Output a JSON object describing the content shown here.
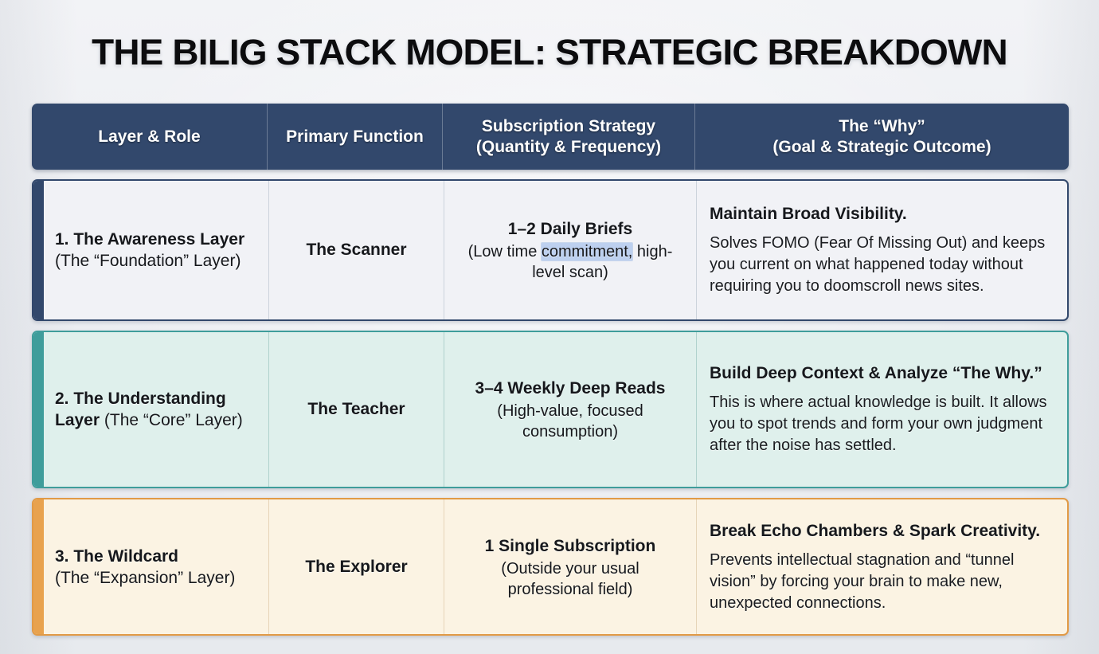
{
  "page": {
    "title": "THE BILIG STACK MODEL: STRATEGIC BREAKDOWN",
    "background_color": "#eceef1",
    "title_color": "#0c0c0e"
  },
  "table": {
    "header": {
      "background_color": "#32486c",
      "text_color": "#ffffff",
      "columns": [
        {
          "line1": "Layer & Role",
          "line2": ""
        },
        {
          "line1": "Primary Function",
          "line2": ""
        },
        {
          "line1": "Subscription Strategy",
          "line2": "(Quantity & Frequency)"
        },
        {
          "line1": "The “Why”",
          "line2": "(Goal & Strategic Outcome)"
        }
      ]
    },
    "rows": [
      {
        "accent_color": "#32486c",
        "background_color": "#f1f2f6",
        "layer_title": "1. The Awareness Layer",
        "layer_subtitle": "(The “Foundation” Layer)",
        "layer_subtitle_same_line": false,
        "primary_function": "The Scanner",
        "strategy_head": "1–2 Daily Briefs",
        "strategy_note_pre": "(Low time ",
        "strategy_note_selected": "commitment,",
        "strategy_note_post": " high-level scan)",
        "selection_highlight_color": "#bdd0ef",
        "why_head": "Maintain Broad Visibility.",
        "why_body": "Solves FOMO (Fear Of Missing Out) and keeps you current on what happened today without requiring you to doomscroll news sites."
      },
      {
        "accent_color": "#3f9d9b",
        "background_color": "#dff0ec",
        "layer_title": "2. The Understanding Layer",
        "layer_subtitle": "(The “Core” Layer)",
        "layer_subtitle_same_line": true,
        "primary_function": "The Teacher",
        "strategy_head": "3–4 Weekly Deep Reads",
        "strategy_note_pre": "(High-value, focused consumption)",
        "strategy_note_selected": "",
        "strategy_note_post": "",
        "selection_highlight_color": "",
        "why_head": "Build Deep Context & Analyze “The Why.”",
        "why_body": "This is where actual knowledge is built. It allows you to spot trends and form your own judgment after the noise has settled."
      },
      {
        "accent_color": "#e8a24e",
        "background_color": "#fbf3e3",
        "layer_title": "3. The Wildcard",
        "layer_subtitle": "(The “Expansion” Layer)",
        "layer_subtitle_same_line": false,
        "primary_function": "The Explorer",
        "strategy_head": "1 Single Subscription",
        "strategy_note_pre": "(Outside your usual professional field)",
        "strategy_note_selected": "",
        "strategy_note_post": "",
        "selection_highlight_color": "",
        "why_head": "Break Echo Chambers & Spark Creativity.",
        "why_body": "Prevents intellectual stagnation and “tunnel vision” by forcing your brain to make new, unexpected connections."
      }
    ]
  }
}
